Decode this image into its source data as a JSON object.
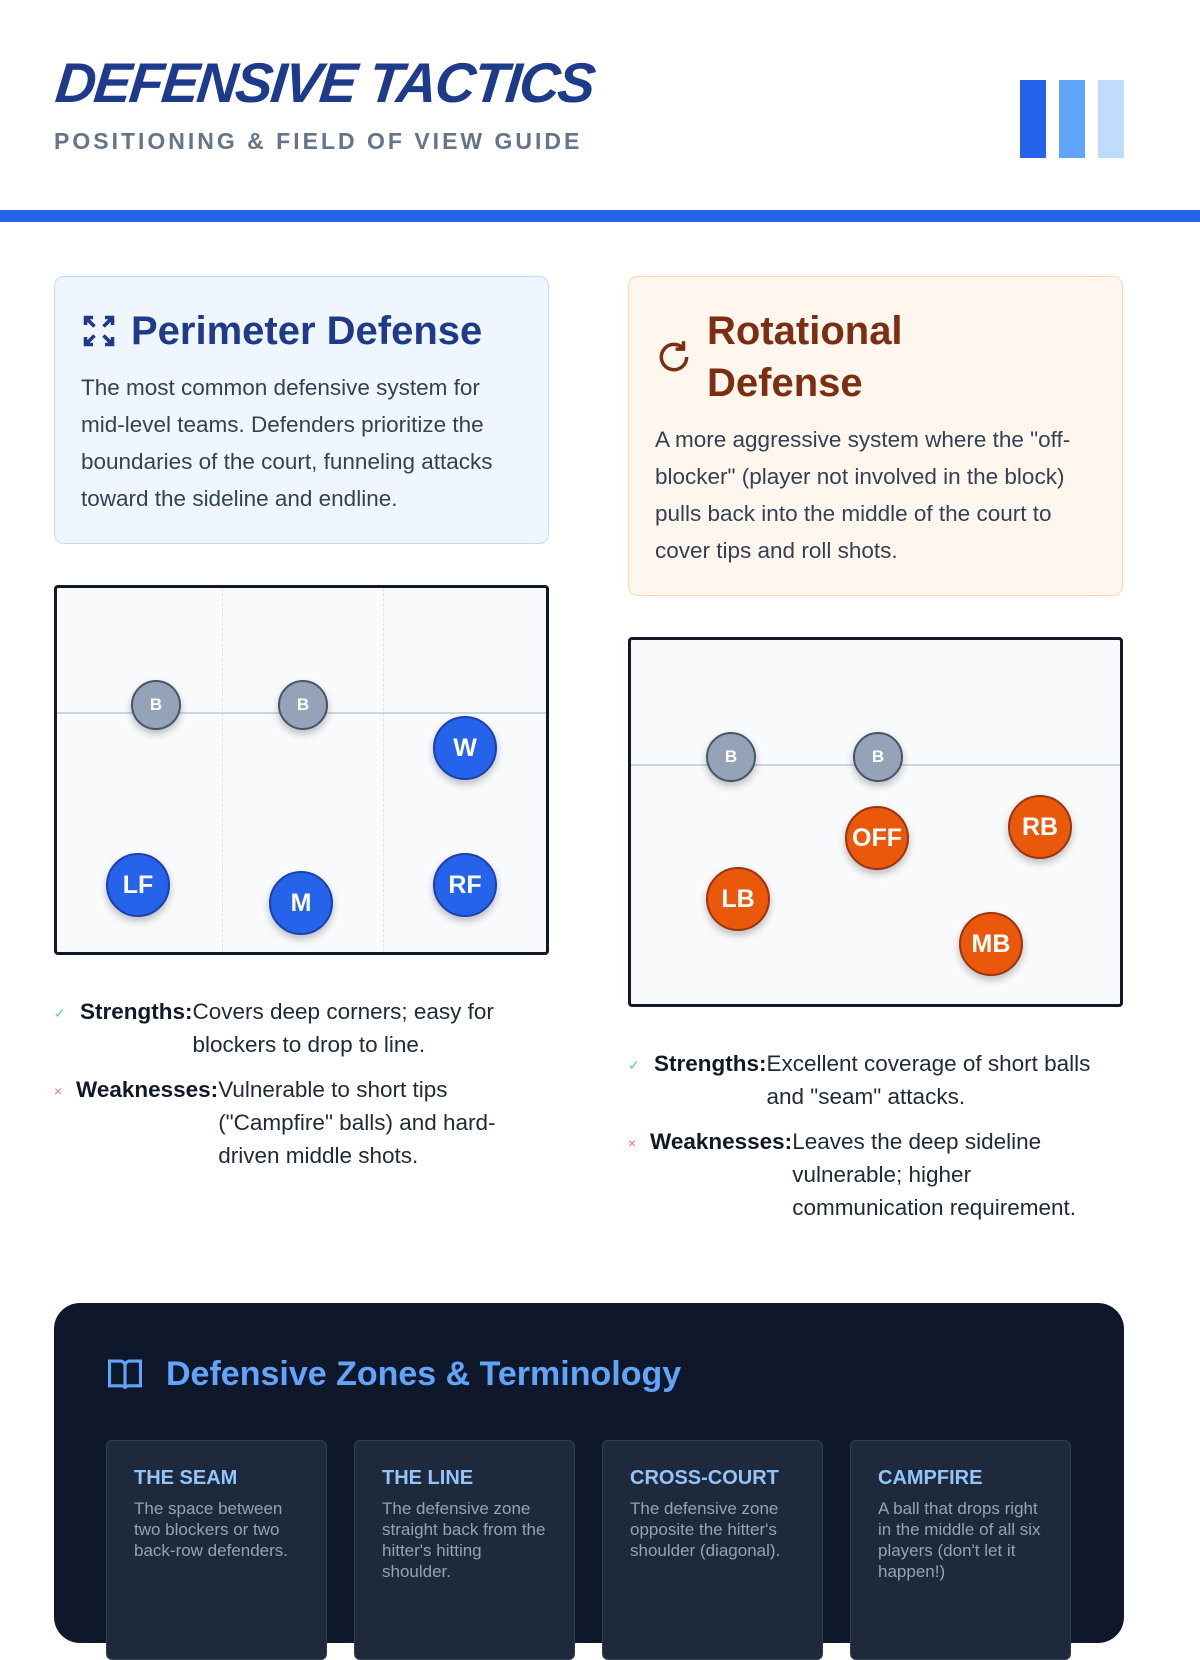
{
  "header": {
    "title": "DEFENSIVE TACTICS",
    "subtitle": "POSITIONING & FIELD OF VIEW GUIDE"
  },
  "colors": {
    "primary": "#2563eb",
    "navy": "#1e3a8a",
    "orange": "#ea580c",
    "brown": "#7c2d12",
    "dark": "#0f172a"
  },
  "perimeter": {
    "icon": "expand-arrows-icon",
    "title": "Perimeter Defense",
    "description": "The most common defensive system for mid-level teams. Defenders prioritize the boundaries of the court, funneling attacks toward the sideline and endline.",
    "players": {
      "b1": "B",
      "b2": "B",
      "w": "W",
      "lf": "LF",
      "m": "M",
      "rf": "RF"
    },
    "strengths_label": "Strengths:",
    "strengths": "Covers deep corners; easy for blockers to drop to line.",
    "weaknesses_label": "Weaknesses:",
    "weaknesses": "Vulnerable to short tips (\"Campfire\" balls) and hard-driven middle shots."
  },
  "rotational": {
    "icon": "rotate-icon",
    "title": "Rotational Defense",
    "description": "A more aggressive system where the \"off-blocker\" (player not involved in the block) pulls back into the middle of the court to cover tips and roll shots.",
    "players": {
      "b1": "B",
      "b2": "B",
      "off": "OFF",
      "rb": "RB",
      "lb": "LB",
      "mb": "MB"
    },
    "strengths_label": "Strengths:",
    "strengths": "Excellent coverage of short balls and \"seam\" attacks.",
    "weaknesses_label": "Weaknesses:",
    "weaknesses": "Leaves the deep sideline vulnerable; higher communication requirement."
  },
  "zones": {
    "icon": "book-icon",
    "title": "Defensive Zones & Terminology",
    "cards": [
      {
        "title": "THE SEAM",
        "text": "The space between two blockers or two back-row defenders."
      },
      {
        "title": "THE LINE",
        "text": "The defensive zone straight back from the hitter's hitting shoulder."
      },
      {
        "title": "CROSS-COURT",
        "text": "The defensive zone opposite the hitter's shoulder (diagonal)."
      },
      {
        "title": "CAMPFIRE",
        "text": "A ball that drops right in the middle of all six players (don't let it happen!)"
      }
    ]
  }
}
